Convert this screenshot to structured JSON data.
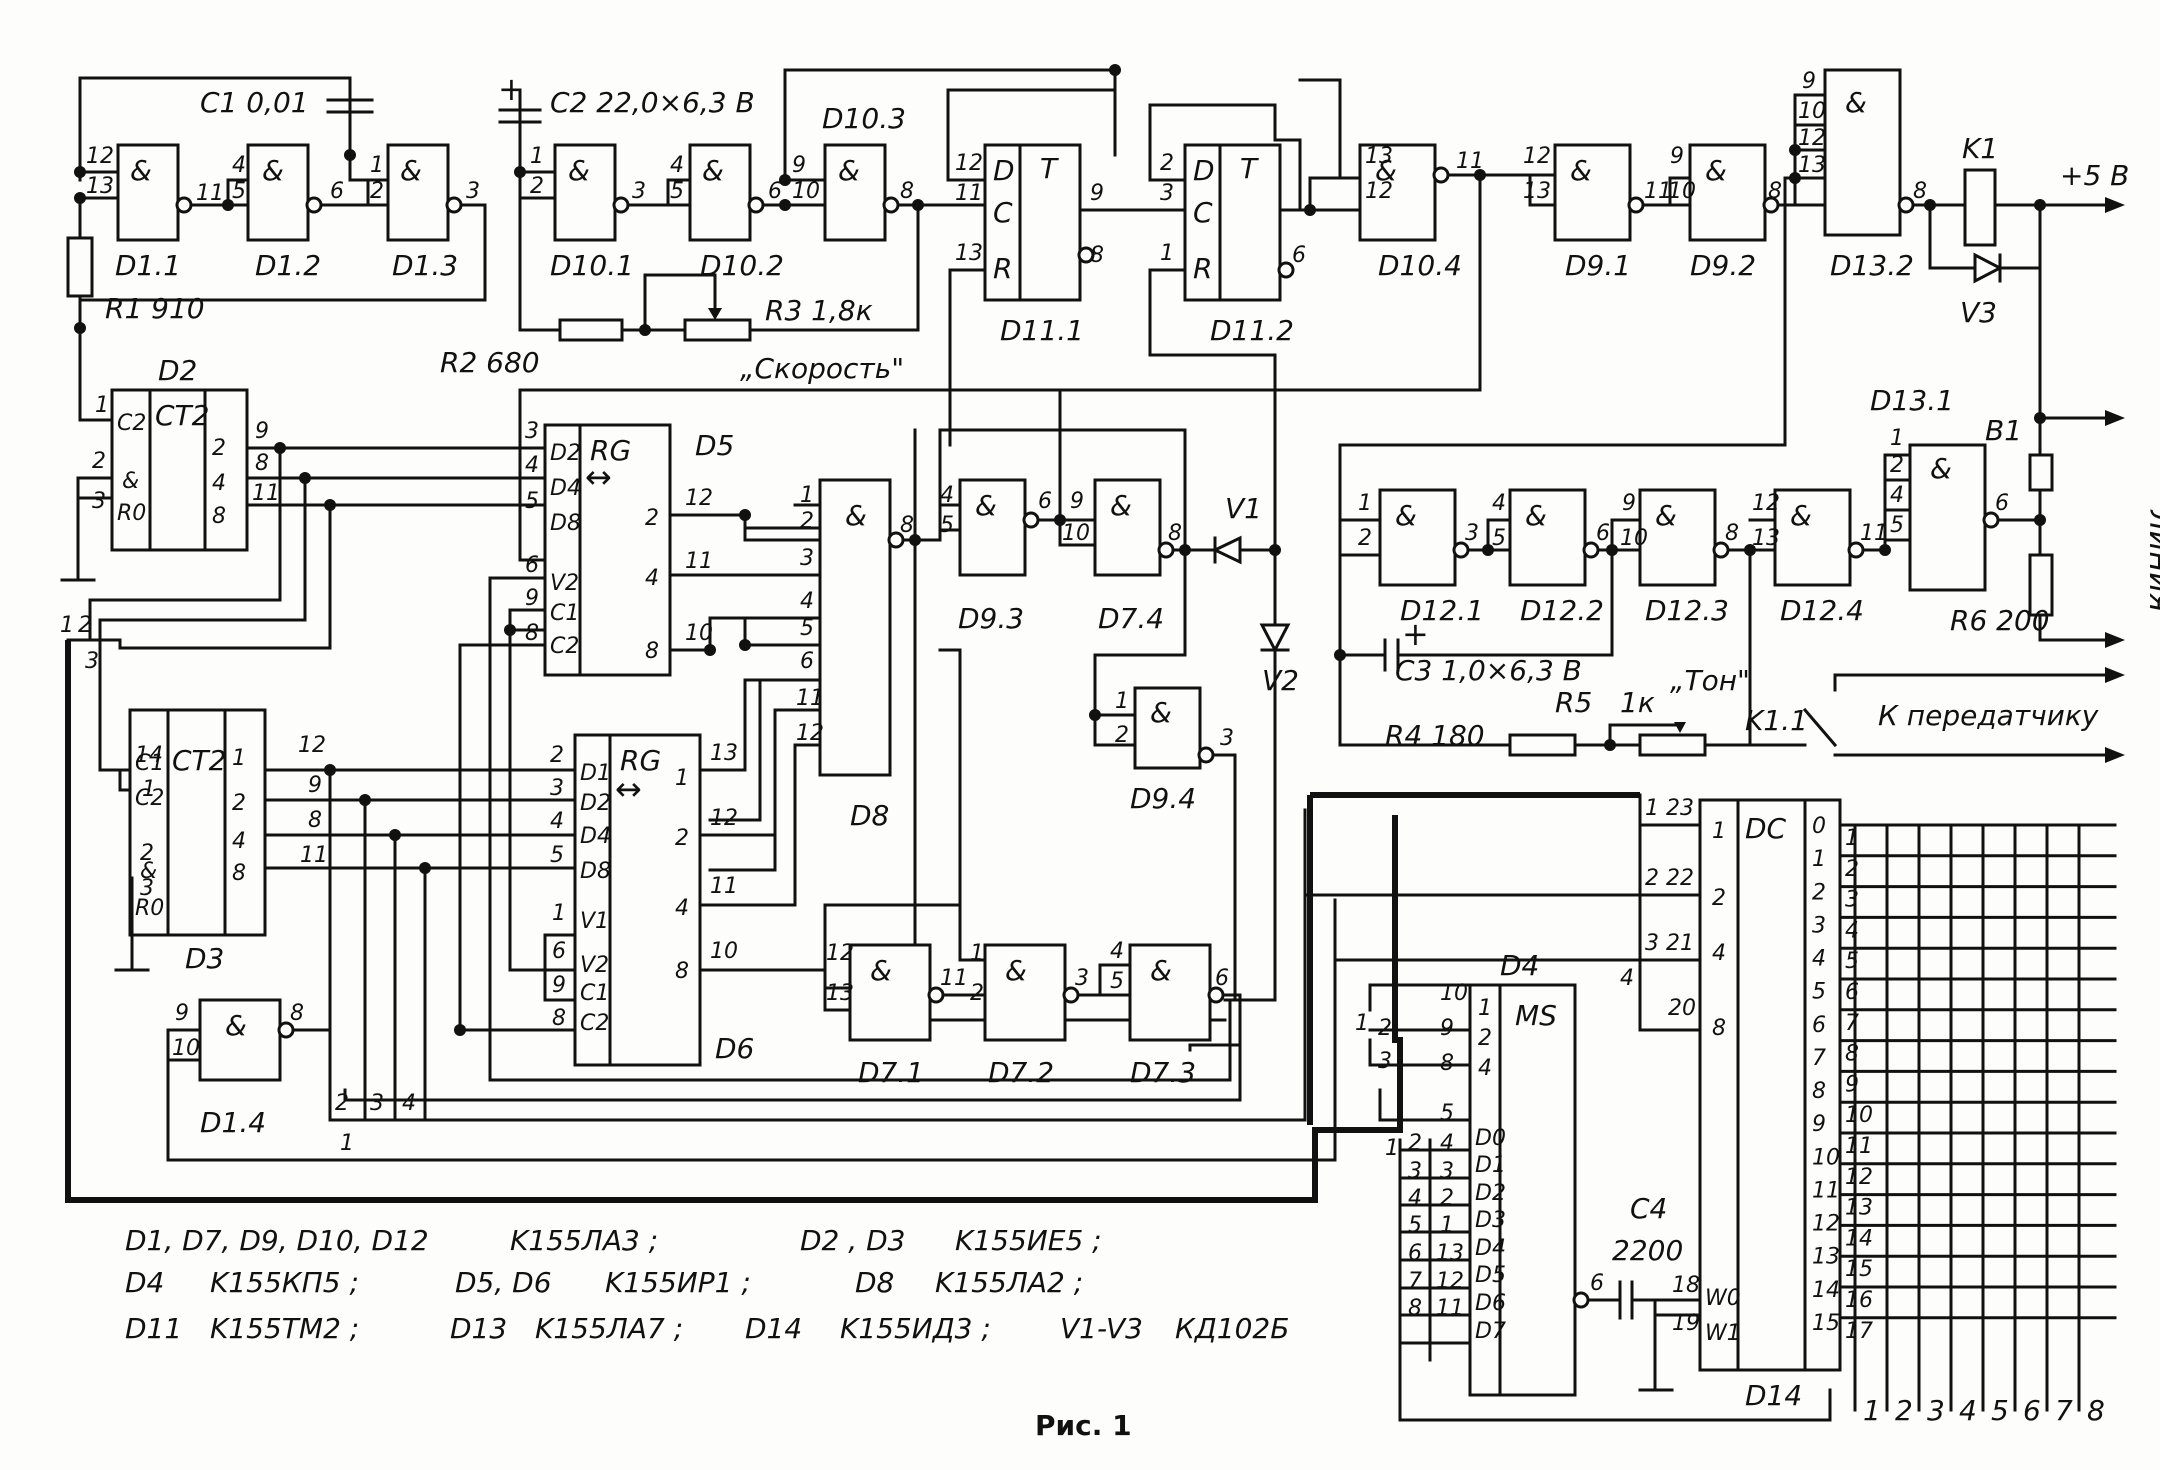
{
  "gates": {
    "and_symbol": "&"
  },
  "chips": {
    "D1_1": "D1.1",
    "D1_2": "D1.2",
    "D1_3": "D1.3",
    "D1_4": "D1.4",
    "D10_1": "D10.1",
    "D10_2": "D10.2",
    "D10_3": "D10.3",
    "D10_4": "D10.4",
    "D11_1": "D11.1",
    "D11_2": "D11.2",
    "D9_1": "D9.1",
    "D9_2": "D9.2",
    "D9_3": "D9.3",
    "D9_4": "D9.4",
    "D13_1": "D13.1",
    "D13_2": "D13.2",
    "D12_1": "D12.1",
    "D12_2": "D12.2",
    "D12_3": "D12.3",
    "D12_4": "D12.4",
    "D7_1": "D7.1",
    "D7_2": "D7.2",
    "D7_3": "D7.3",
    "D7_4": "D7.4",
    "D2": "D2",
    "D3": "D3",
    "D4": "D4",
    "D5": "D5",
    "D6": "D6",
    "D8": "D8",
    "D14": "D14"
  },
  "block_labels": {
    "trigger": "T",
    "counter": "CT2",
    "register": "RG",
    "mux": "MS",
    "decoder": "DC"
  },
  "components": {
    "C1": "C1 0,01",
    "C2": "C2  22,0×6,3 B",
    "C3": "C3  1,0×6,3 B",
    "C4": "C4",
    "C4_value": "2200",
    "R1": "R1  910",
    "R2": "R2  680",
    "R3": "R3  1,8к",
    "R4": "R4  180",
    "R5": "R5",
    "R5_value": "1к",
    "R6": "R6  200",
    "V1": "V1",
    "V2": "V2",
    "V3": "V3",
    "K1": "K1",
    "K1_1": "K1.1",
    "B1": "B1"
  },
  "controls": {
    "speed": "„Скорость\"",
    "tone": "„Тон\""
  },
  "outputs": {
    "supply": "+5 B",
    "line": "линия",
    "transmitter": "К передатчику"
  },
  "parts_list": [
    {
      "refs": "D1, D7, D9, D10, D12",
      "type": "K155ЛА3 ;"
    },
    {
      "refs": "D2 , D3",
      "type": "K155ИЕ5 ;"
    },
    {
      "refs": "D4",
      "type": "K155КП5 ;"
    },
    {
      "refs": "D5, D6",
      "type": "K155ИР1 ;"
    },
    {
      "refs": "D8",
      "type": "K155ЛА2 ;"
    },
    {
      "refs": "D11",
      "type": "K155ТМ2 ;"
    },
    {
      "refs": "D13",
      "type": "K155ЛА7 ;"
    },
    {
      "refs": "D14",
      "type": "K155ИД3 ;"
    },
    {
      "refs": "V1-V3",
      "type": "КД102Б"
    }
  ],
  "caption": "Рис. 1",
  "matrix": {
    "row_labels": [
      "1",
      "2",
      "3",
      "4",
      "5",
      "6",
      "7",
      "8",
      "9",
      "10",
      "11",
      "12",
      "13",
      "14",
      "15",
      "16",
      "17"
    ],
    "col_labels": [
      "1",
      "2",
      "3",
      "4",
      "5",
      "6",
      "7",
      "8"
    ]
  }
}
